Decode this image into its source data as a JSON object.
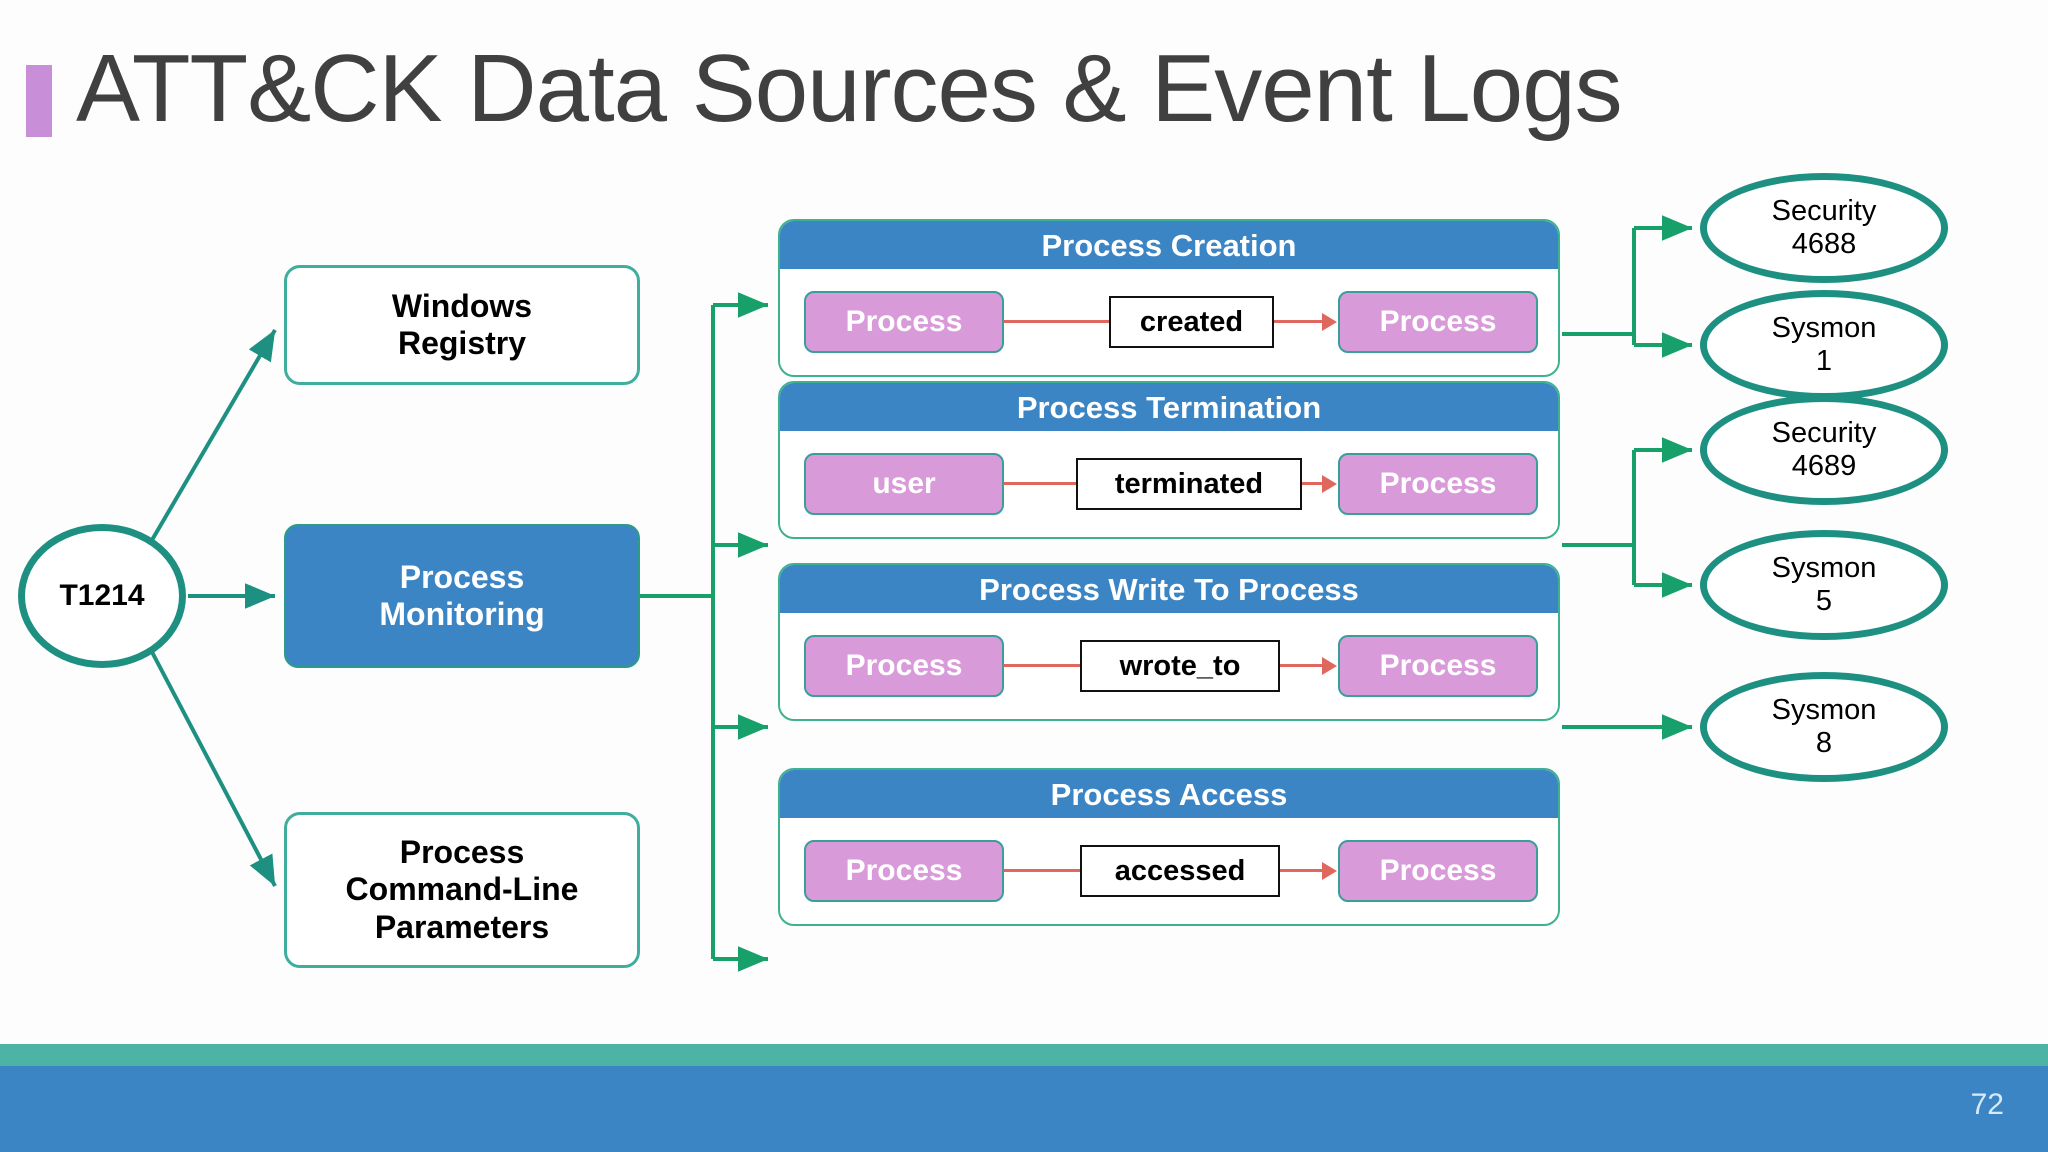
{
  "slide": {
    "title": "ATT&CK Data Sources & Event Logs",
    "page_number": "72",
    "accent_color": "#c88fd8",
    "title_color": "#404040",
    "footer_teal_color": "#4db3a4",
    "footer_blue_color": "#3b85c4"
  },
  "technique": {
    "id": "T1214",
    "shape": "ellipse",
    "border_color": "#1d9082"
  },
  "data_sources": [
    {
      "label": "Windows Registry",
      "line1": "Windows",
      "line2": "Registry",
      "style": "white-box",
      "highlighted": false
    },
    {
      "label": "Process Monitoring",
      "line1": "Process",
      "line2": "Monitoring",
      "style": "blue-box",
      "highlighted": true,
      "fill": "#3b85c4"
    },
    {
      "label": "Process Command-Line Parameters",
      "line1": "Process",
      "line2": "Command-Line",
      "line3": "Parameters",
      "style": "white-box",
      "highlighted": false
    }
  ],
  "relationships": [
    {
      "header": "Process Creation",
      "subject": "Process",
      "predicate": "created",
      "object": "Process",
      "header_color": "#3b85c4",
      "entity_color": "#d99ad9",
      "events": [
        "Security 4688",
        "Sysmon 1"
      ]
    },
    {
      "header": "Process Termination",
      "subject": "user",
      "predicate": "terminated",
      "object": "Process",
      "header_color": "#3b85c4",
      "entity_color": "#d99ad9",
      "events": [
        "Security 4689",
        "Sysmon 5"
      ]
    },
    {
      "header": "Process Write To Process",
      "subject": "Process",
      "predicate": "wrote_to",
      "object": "Process",
      "header_color": "#3b85c4",
      "entity_color": "#d99ad9",
      "events": [
        "Sysmon 8"
      ]
    },
    {
      "header": "Process Access",
      "subject": "Process",
      "predicate": "accessed",
      "object": "Process",
      "header_color": "#3b85c4",
      "entity_color": "#d99ad9",
      "events": []
    }
  ],
  "event_logs": [
    {
      "source": "Security",
      "id": "4688"
    },
    {
      "source": "Sysmon",
      "id": "1"
    },
    {
      "source": "Security",
      "id": "4689"
    },
    {
      "source": "Sysmon",
      "id": "5"
    },
    {
      "source": "Sysmon",
      "id": "8"
    }
  ]
}
